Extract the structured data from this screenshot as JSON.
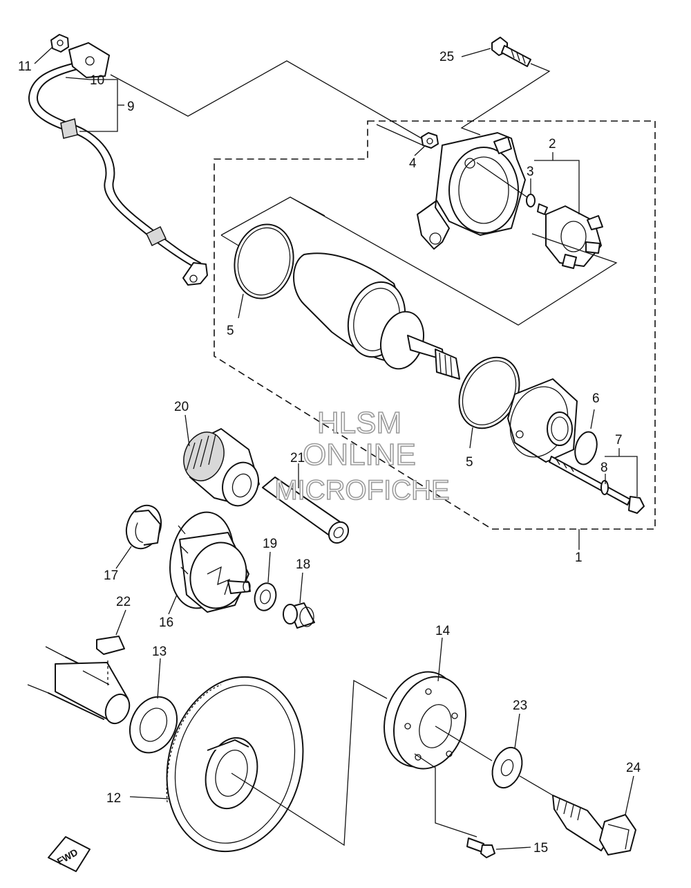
{
  "labels": {
    "p1": "1",
    "p2": "2",
    "p3": "3",
    "p4": "4",
    "p5a": "5",
    "p5b": "5",
    "p6": "6",
    "p7": "7",
    "p8": "8",
    "p9": "9",
    "p10": "10",
    "p11": "11",
    "p12": "12",
    "p13": "13",
    "p14": "14",
    "p15": "15",
    "p16": "16",
    "p17": "17",
    "p18": "18",
    "p19": "19",
    "p20": "20",
    "p21": "21",
    "p22": "22",
    "p23": "23",
    "p24": "24",
    "p25": "25"
  },
  "watermark": {
    "line1": "HLSM",
    "line2": "ONLINE",
    "line3": "MICROFICHE"
  },
  "fwd_badge": "FWD"
}
